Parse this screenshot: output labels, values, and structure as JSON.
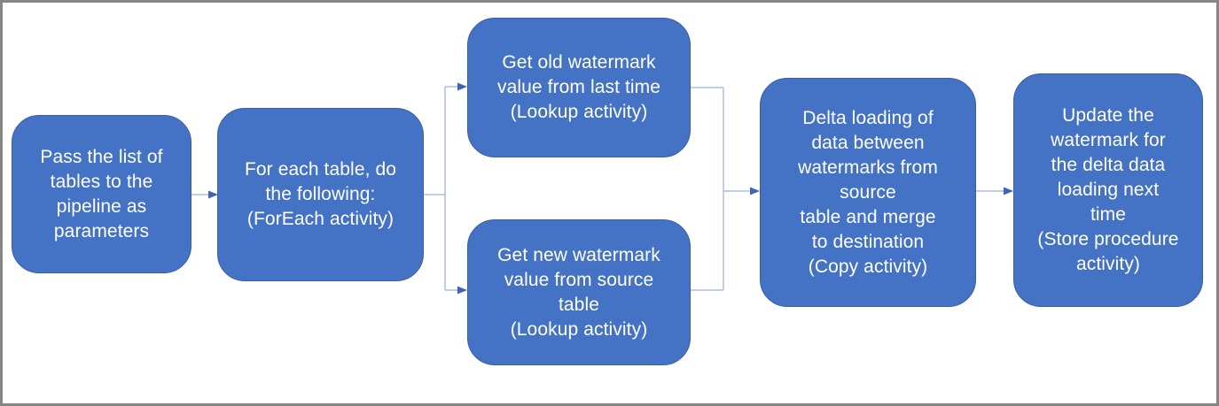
{
  "colors": {
    "node_fill": "#4472C4",
    "node_border": "#3A5DA8",
    "node_text": "#FFFFFF",
    "connector_line": "#A9BEE5",
    "arrowhead": "#3F63B5",
    "frame_border": "#868686",
    "background": "#FFFFFF"
  },
  "diagram": {
    "type": "flowchart",
    "nodes": [
      {
        "id": "pass-list",
        "label": "Pass the list of\ntables to the\npipeline as\nparameters"
      },
      {
        "id": "foreach",
        "label": "For each table, do\nthe following:\n(ForEach activity)"
      },
      {
        "id": "get-old-watermark",
        "label": "Get old watermark\nvalue from last time\n(Lookup activity)"
      },
      {
        "id": "get-new-watermark",
        "label": "Get new watermark\nvalue from source\ntable\n(Lookup activity)"
      },
      {
        "id": "delta-loading",
        "label": "Delta loading of\ndata between\nwatermarks from\nsource\ntable and merge\nto destination\n(Copy activity)"
      },
      {
        "id": "update-watermark",
        "label": "Update the\nwatermark for\nthe delta data\nloading next\ntime\n(Store procedure\nactivity)"
      }
    ],
    "edges": [
      {
        "from": "pass-list",
        "to": "foreach"
      },
      {
        "from": "foreach",
        "to": "get-old-watermark"
      },
      {
        "from": "foreach",
        "to": "get-new-watermark"
      },
      {
        "from": "get-old-watermark",
        "to": "delta-loading"
      },
      {
        "from": "get-new-watermark",
        "to": "delta-loading"
      },
      {
        "from": "delta-loading",
        "to": "update-watermark"
      }
    ]
  }
}
